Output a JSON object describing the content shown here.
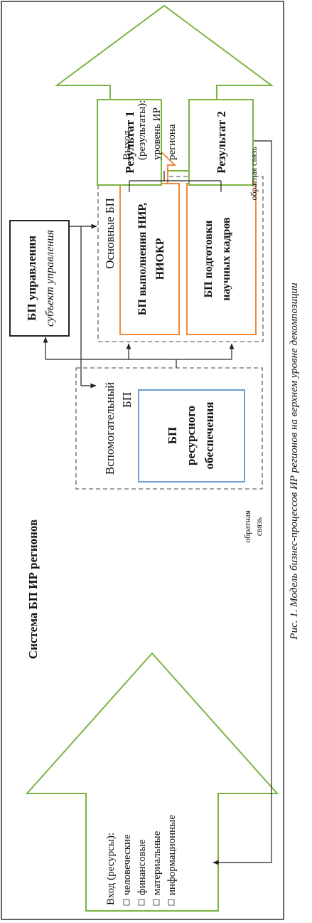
{
  "system_title": "Система БП ИР регионов",
  "input": {
    "heading": "Вход (ресурсы):",
    "items": [
      "человеческие",
      "финансовые",
      "материальные",
      "информационные"
    ]
  },
  "output": {
    "line1": "Выход",
    "line2": "(результаты):",
    "line3": "уровень ИР",
    "line4": "региона"
  },
  "feedback_top": "обратная связь",
  "feedback_bottom": {
    "line1": "обратная",
    "line2": "связь"
  },
  "management": {
    "title": "БП управления",
    "subtitle": "субъект управления"
  },
  "auxiliary": {
    "group_line1": "Вспомогательный",
    "group_line2": "БП",
    "box_line1": "БП",
    "box_line2": "ресурсного",
    "box_line3": "обеспечения"
  },
  "main": {
    "group_label": "Основные БП",
    "box1_line1": "БП выполнения НИР,",
    "box1_line2": "НИОКР",
    "box2_line1": "БП подготовки",
    "box2_line2": "научных кадров"
  },
  "results": {
    "r1": "Результат 1",
    "r2": "Результат 2"
  },
  "caption": "Рис. 1. Модель бизнес-процессов ИР регионов на верхнем уровне декомпозиции",
  "colors": {
    "green": "#7cb342",
    "orange": "#f08a3c",
    "blue": "#6a9fd0",
    "line": "#222222"
  }
}
